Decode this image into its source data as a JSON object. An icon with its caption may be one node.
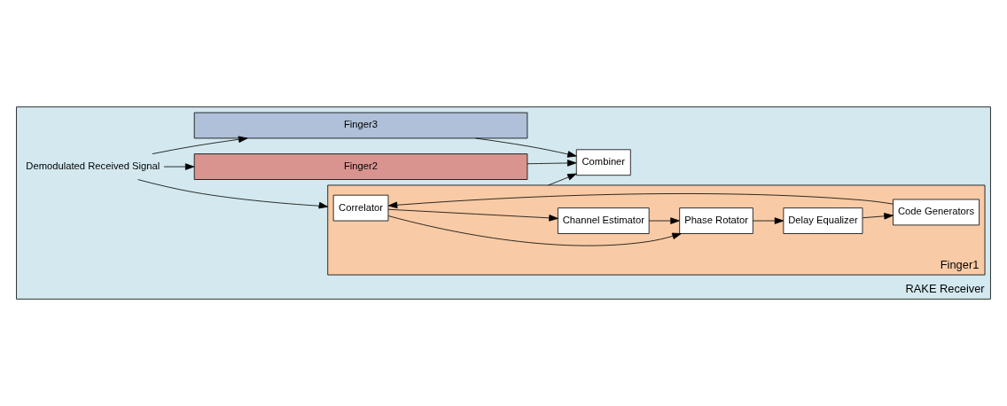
{
  "diagram": {
    "nodes": [
      {
        "text": [
          "RAKE Receiver"
        ]
      },
      {
        "text": [
          "Demodulated Received Signal"
        ],
        "in": 0
      },
      {
        "text": [
          "Finger1"
        ],
        "in": 0
      },
      {
        "text": [
          "Correlator"
        ],
        "in": 2
      },
      {
        "text": [
          "Phase Rotator"
        ],
        "in": 2
      },
      {
        "text": [
          "Delay Equalizer"
        ],
        "in": 2
      },
      {
        "text": [
          "Code Generators"
        ],
        "in": 2
      },
      {
        "text": [
          "Channel Estimator"
        ],
        "in": 2
      },
      {
        "text": [
          "Finger2"
        ],
        "in": 0
      },
      {
        "text": [
          "Finger3"
        ],
        "in": 0
      },
      {
        "text": [
          "Combiner"
        ],
        "in": 0
      }
    ],
    "edges": [
      {
        "from": 1,
        "to": 2,
        "arrow": "to"
      },
      {
        "from": 1,
        "to": 8,
        "arrow": "to"
      },
      {
        "from": 1,
        "to": 9,
        "arrow": "to"
      },
      {
        "from": 3,
        "to": 4,
        "arrow": "to"
      },
      {
        "from": 3,
        "to": 7,
        "arrow": "to"
      },
      {
        "from": 6,
        "to": 3,
        "arrow": "to"
      },
      {
        "from": 7,
        "to": 4,
        "arrow": "to"
      },
      {
        "from": 4,
        "to": 5,
        "arrow": "to"
      },
      {
        "from": 5,
        "to": 6,
        "arrow": "to"
      },
      {
        "from": 2,
        "to": 10,
        "arrow": "to"
      },
      {
        "from": 8,
        "to": 10,
        "arrow": "to"
      },
      {
        "from": 9,
        "to": 10,
        "arrow": "to"
      }
    ]
  }
}
